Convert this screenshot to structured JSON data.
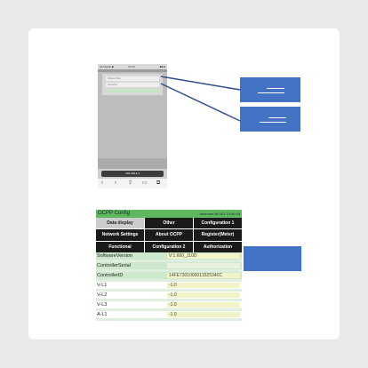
{
  "colors": {
    "callout": "#4472c4",
    "title_bar": "#5fb85f",
    "menu_bg": "#1a1a1a",
    "value_bg": "#f3f3c8"
  },
  "phone": {
    "status": {
      "carrier": "●● Digital ◆",
      "time": "13:34",
      "battery": "■■ ■"
    },
    "fields": [
      "Charge Point",
      "connector"
    ],
    "url": "192.168.4.1",
    "nav_icons": [
      "back-icon",
      "forward-icon",
      "share-icon",
      "book-icon",
      "tabs-icon"
    ]
  },
  "ocpp": {
    "title": "OCPP Config",
    "title_right": "welcome:W-021  13:40:16",
    "menu": [
      [
        "Data display",
        "Other",
        "Configuration 1"
      ],
      [
        "Network Settings",
        "About OCPP",
        "Register(Meter)"
      ],
      [
        "Functional",
        "Configuration 2",
        "Authorization"
      ]
    ],
    "rows": [
      {
        "label": "SoftwareVersion",
        "value": "V:1.600_J10D"
      },
      {
        "label": "ControllerSerial",
        "value": ""
      },
      {
        "label": "ControllerID",
        "value": "14FE7301000013325340C"
      },
      {
        "label": "V-L1",
        "value": "-1.0"
      },
      {
        "label": "V-L2",
        "value": "-1.0"
      },
      {
        "label": "V-L3",
        "value": "-1.0"
      },
      {
        "label": "A-L1",
        "value": "-1.0"
      }
    ]
  }
}
